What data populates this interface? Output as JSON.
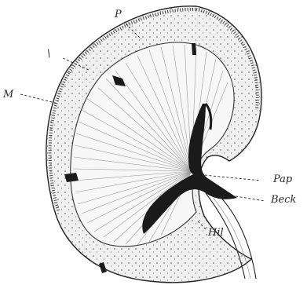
{
  "figure": {
    "labels": {
      "top": "P",
      "upper_left": "\\",
      "left": "M",
      "papilla": "Pap",
      "pelvis": "Beck",
      "hilum": "Hil"
    },
    "colors": {
      "ink": "#222222",
      "dark_fill": "#1a1a1a",
      "paper": "#ffffff",
      "cortex_shade": "#f0f0f0",
      "medulla_shade": "#f7f7f7"
    }
  }
}
